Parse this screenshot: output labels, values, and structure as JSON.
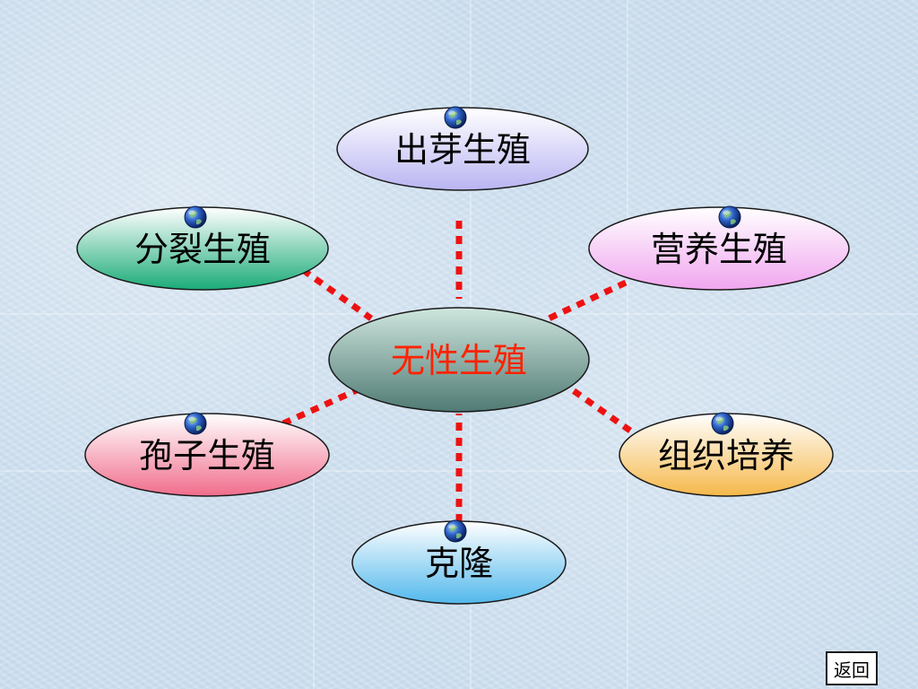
{
  "diagram": {
    "center": {
      "label": "无性生殖",
      "text_color": "#ff2200",
      "fill_top": "#cfe6de",
      "fill_bottom": "#4f7a73"
    },
    "nodes": [
      {
        "id": "budding",
        "label": "出芽生殖",
        "fill_top": "#ffffff",
        "fill_bottom": "#b9b5f2"
      },
      {
        "id": "fission",
        "label": "分裂生殖",
        "fill_top": "#ffffff",
        "fill_bottom": "#1aab78"
      },
      {
        "id": "vegetative",
        "label": "营养生殖",
        "fill_top": "#ffffff",
        "fill_bottom": "#f0a6ef"
      },
      {
        "id": "spore",
        "label": "孢子生殖",
        "fill_top": "#ffffff",
        "fill_bottom": "#f06d8c"
      },
      {
        "id": "tissue-culture",
        "label": "组织培养",
        "fill_top": "#ffffff",
        "fill_bottom": "#f5b84a"
      },
      {
        "id": "cloning",
        "label": "克隆",
        "fill_top": "#ffffff",
        "fill_bottom": "#52b8ec"
      }
    ],
    "connector_color": "#ee1111",
    "node_icon": "globe-icon"
  },
  "footer": {
    "return_label": "返回"
  }
}
